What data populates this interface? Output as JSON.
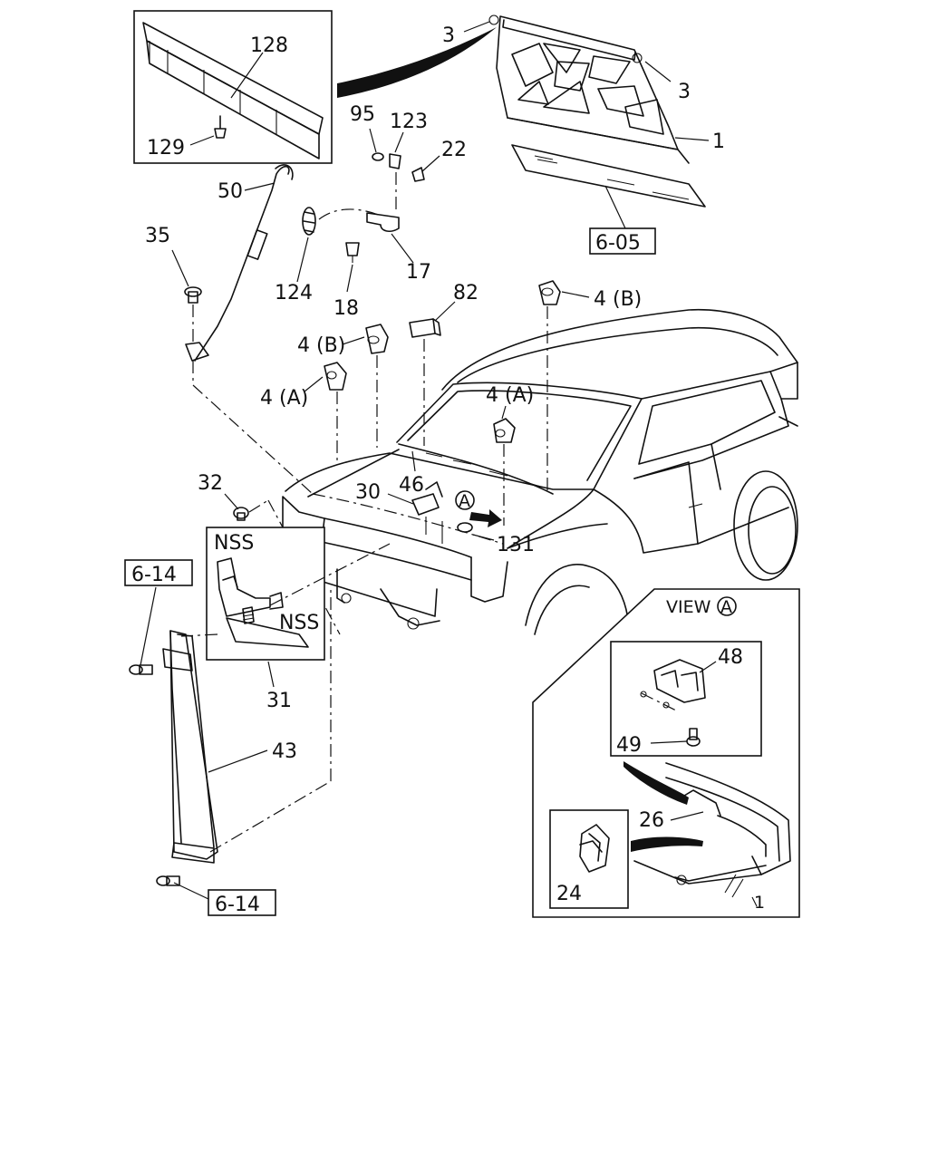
{
  "callouts": {
    "p1": "1",
    "p3a": "3",
    "p3b": "3",
    "p4a_left": "4 (A)",
    "p4a_right": "4 (A)",
    "p4b_left": "4 (B)",
    "p4b_right": "4 (B)",
    "p17": "17",
    "p18": "18",
    "p22": "22",
    "p24": "24",
    "p26": "26",
    "p30": "30",
    "p31": "31",
    "p32": "32",
    "p35": "35",
    "p43": "43",
    "p46": "46",
    "p48": "48",
    "p49": "49",
    "p50": "50",
    "p82": "82",
    "p95": "95",
    "p123": "123",
    "p124": "124",
    "p128": "128",
    "p129": "129",
    "p131": "131",
    "p1_view": "1"
  },
  "refs": {
    "r605": "6-05",
    "r614_top": "6-14",
    "r614_bottom": "6-14"
  },
  "nss": {
    "top": "NSS",
    "right": "NSS"
  },
  "view": {
    "label": "VIEW",
    "marker": "A"
  },
  "arrow_marker": "A"
}
